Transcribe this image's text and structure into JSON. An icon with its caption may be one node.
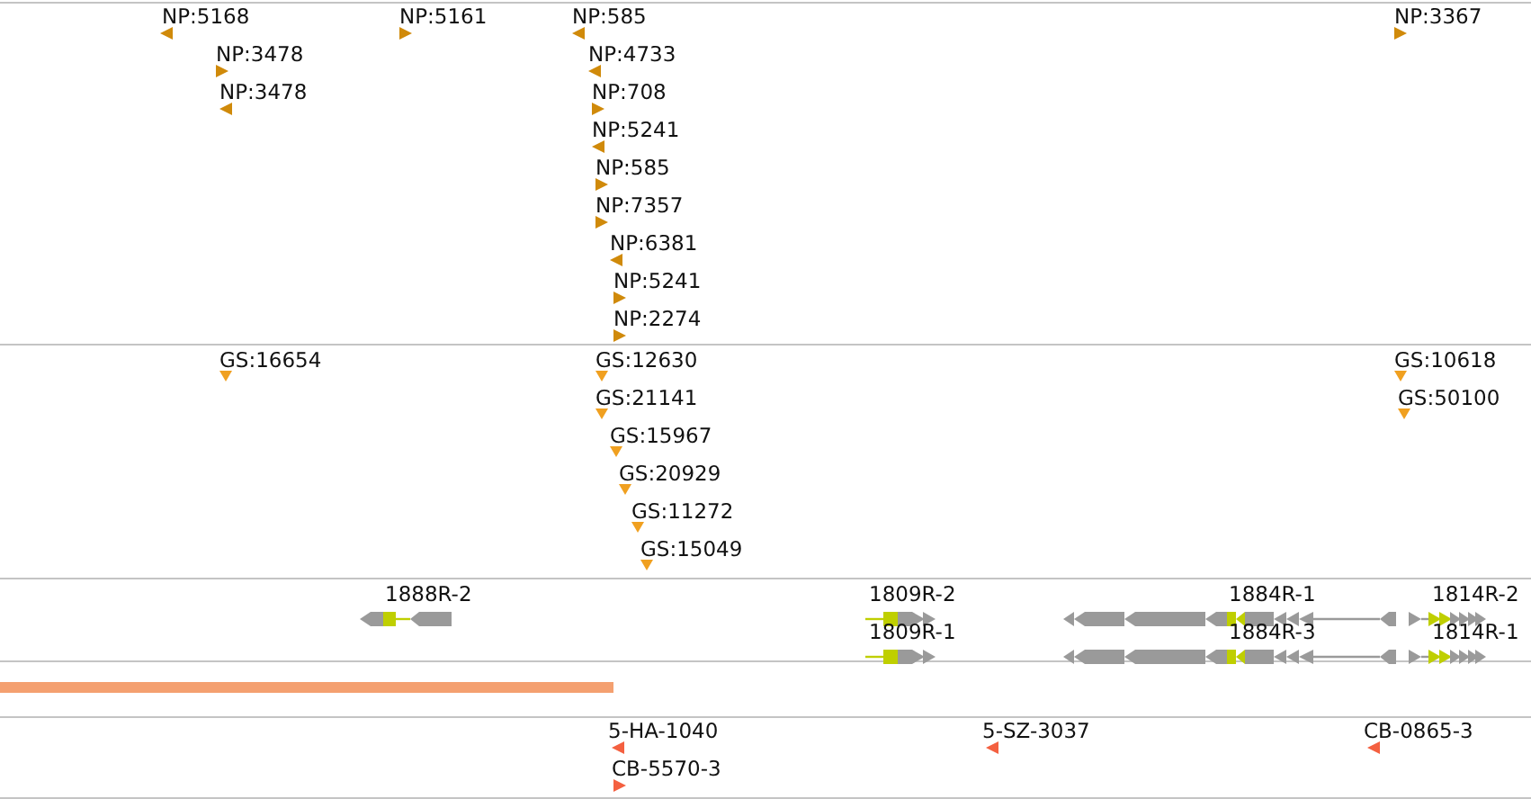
{
  "diagram": {
    "labels": [
      "NP:5168",
      "NP:5161",
      "NP:585",
      "NP:3367",
      "NP:3478",
      "NP:4733",
      "NP:3478",
      "NP:708",
      "NP:5241",
      "NP:585",
      "NP:7357",
      "NP:6381",
      "NP:5241",
      "NP:2274",
      "GS:16654",
      "GS:12630",
      "GS:10618",
      "GS:21141",
      "GS:50100",
      "GS:15967",
      "GS:20929",
      "GS:11272",
      "GS:15049",
      "1888R-2",
      "1809R-2",
      "1884R-1",
      "1814R-2",
      "1809R-1",
      "1884R-3",
      "1814R-1",
      "5-HA-1040",
      "5-SZ-3037",
      "CB-0865-3",
      "CB-5570-3"
    ]
  }
}
